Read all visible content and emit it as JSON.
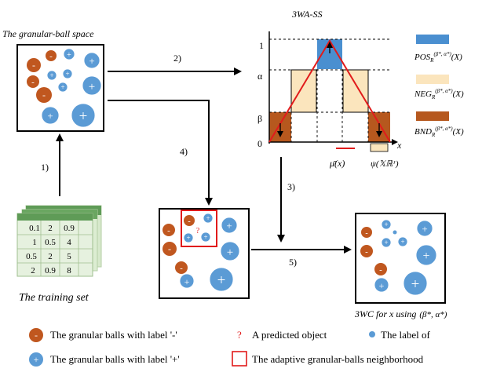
{
  "titles": {
    "gb_space": "The granular-ball space",
    "three_wa": "3WA-SS",
    "training": "The training set",
    "three_wc_prefix": "3WC for x using",
    "three_wc_params": "(β*, α*)"
  },
  "steps": {
    "s1": "1)",
    "s2": "2)",
    "s3": "3)",
    "s4": "4)",
    "s5": "5)"
  },
  "ball_labels": {
    "minus": "-",
    "plus": "+",
    "question": "?"
  },
  "table": {
    "rows": [
      [
        "0.1",
        "2",
        "0.9"
      ],
      [
        "1",
        "0.5",
        "4"
      ],
      [
        "0.5",
        "2",
        "5"
      ],
      [
        "2",
        "0.9",
        "8"
      ]
    ]
  },
  "chart": {
    "y_ticks": {
      "one": "1",
      "alpha": "α",
      "beta": "β",
      "zero": "0"
    },
    "x_label": "x",
    "mu_label": "μ̄(x)",
    "psi_label": "ψ(𝕏ℝᴶ)",
    "legend": {
      "pos": "POS",
      "neg": "NEG",
      "bnd": "BND",
      "sub": "R",
      "sup": "(β*, α*)",
      "arg": "(X)"
    }
  },
  "legend_bottom": {
    "minus_text": "The granular balls with label '-'",
    "plus_text": "The granular balls with label '+'",
    "predicted_text": "A predicted object",
    "label_of_text": "The label of",
    "neighborhood_text": "The  adaptive granular-balls neighborhood"
  },
  "colors": {
    "orange_ball": "#c0571f",
    "blue_ball": "#5b9bd5",
    "pos_fill": "#4a8fd0",
    "neg_fill": "#fbe5bd",
    "bnd_fill": "#b6581e",
    "red": "#e11b1b",
    "table_header": "#5f9b57",
    "table_body": "#e6f1df"
  }
}
